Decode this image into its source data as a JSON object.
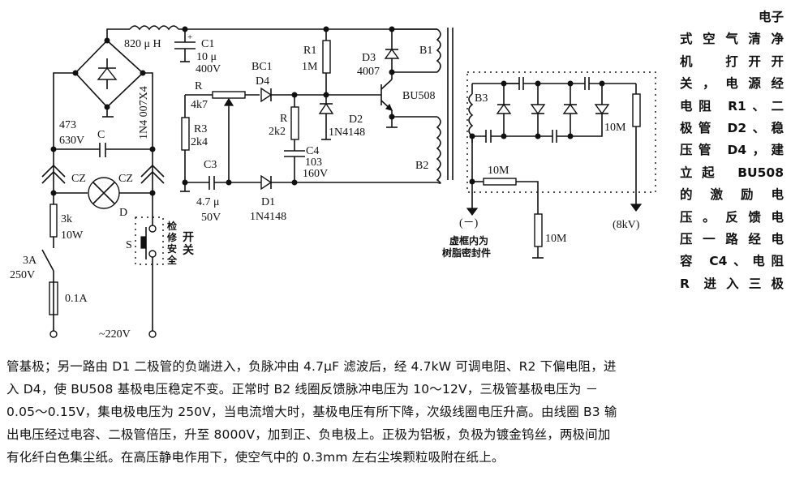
{
  "figure": {
    "title": "电子式空气清净机",
    "components": {
      "inductor": "820 μ H",
      "c1_name": "C1",
      "c1_value": "10 μ",
      "c1_voltage": "400V",
      "bridge": "1N4 007X4",
      "c_cap_value": "473",
      "c_cap_voltage": "630V",
      "c_cap_name": "C",
      "cz_left": "CZ",
      "cz_right": "CZ",
      "lamp_name": "D",
      "r_3k_value": "3k",
      "r_3k_power": "10W",
      "switch_rating_a": "3A",
      "switch_rating_v": "250V",
      "fuse": "0.1A",
      "mains": "~220V",
      "switch_name": "S",
      "switch_label_1": "检修安全",
      "switch_label_2": "开关",
      "pot_name": "R",
      "pot_value": "4k7",
      "r3_name": "R3",
      "r3_value": "2k4",
      "c3_name": "C3",
      "c3_value": "4.7 μ",
      "c3_voltage": "50V",
      "bc1": "BC1",
      "d4": "D4",
      "r_2k2_name": "R",
      "r_2k2_value": "2k2",
      "c4_name": "C4",
      "c4_value": "103",
      "c4_voltage": "160V",
      "d1_name": "D1",
      "d1_part": "1N4148",
      "r1_name": "R1",
      "r1_value": "1M",
      "d2_name": "D2",
      "d2_part": "1N4148",
      "d3_name": "D3",
      "d3_part": "4007",
      "transistor": "BU508",
      "b1": "B1",
      "b2": "B2",
      "b3": "B3",
      "r_10m_a": "10M",
      "r_10m_b": "10M",
      "r_10m_c": "10M",
      "neg_terminal": "(－)",
      "pos_terminal": "(8kV)",
      "potting_note_1": "虚框内为",
      "potting_note_2": "树脂密封件"
    }
  },
  "side_text": [
    "电子",
    "式空气清净",
    "机　打开开",
    "关，电源经",
    "电阻 R1、二",
    "极管 D2、稳",
    "压管 D4，建",
    "立起 BU508",
    "的 激 励 电",
    "压。反馈电",
    "压一路经电",
    "容 C4、电阻",
    "R 进入三极"
  ],
  "body_text": [
    "管基极；另一路由 D1 二极管的负端进入，负脉冲由 4.7μF 滤波后，经 4.7kW 可调电阻、R2 下偏电阻，进",
    "入 D4，使 BU508 基极电压稳定不变。正常时 B2 线圈反馈脉冲电压为 10～12V，三极管基极电压为 －",
    "0.05～0.15V，集电极电压为 250V，当电流增大时，基极电压有所下降，次级线圈电压升高。由线圈 B3 输",
    "出电压经过电容、二极管倍压，升至 8000V，加到正、负电极上。正极为铝板，负极为镀金钨丝，两极间加",
    "有化纤白色集尘纸。在高压静电作用下，使空气中的 0.3mm 左右尘埃颗粒吸附在纸上。"
  ]
}
